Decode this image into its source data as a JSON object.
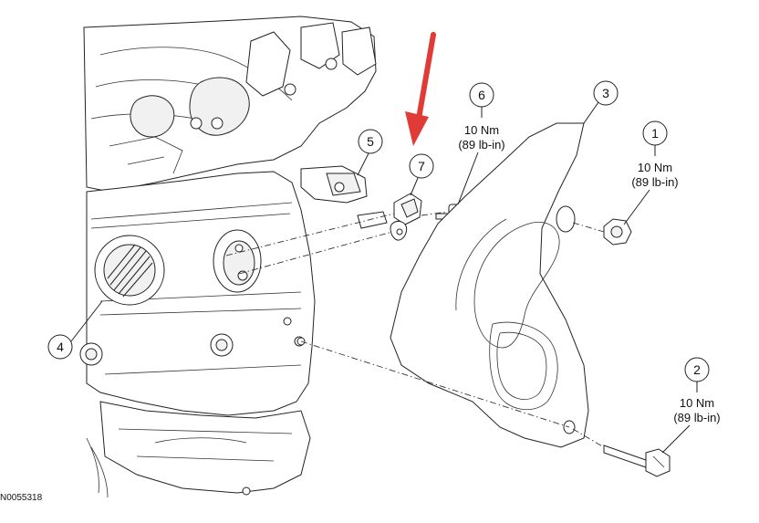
{
  "callouts": [
    {
      "id": "1",
      "spec_line1": "10 Nm",
      "spec_line2": "(89 lb-in)"
    },
    {
      "id": "2",
      "spec_line1": "10 Nm",
      "spec_line2": "(89 lb-in)"
    },
    {
      "id": "3"
    },
    {
      "id": "4"
    },
    {
      "id": "5"
    },
    {
      "id": "6",
      "spec_line1": "10 Nm",
      "spec_line2": "(89 lb-in)"
    },
    {
      "id": "7"
    }
  ],
  "figure_id": "N0055318",
  "colors": {
    "arrow": "#e03b36",
    "line": "#222222",
    "background": "#ffffff"
  }
}
